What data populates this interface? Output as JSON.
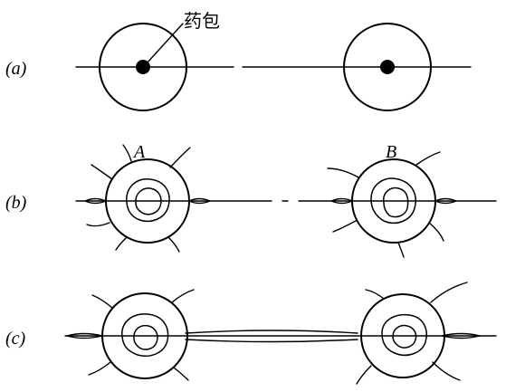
{
  "labels": {
    "row_a": "(a)",
    "row_b": "(b)",
    "row_c": "(c)",
    "charge_label": "药包",
    "point_a": "A",
    "point_b": "B"
  }
}
